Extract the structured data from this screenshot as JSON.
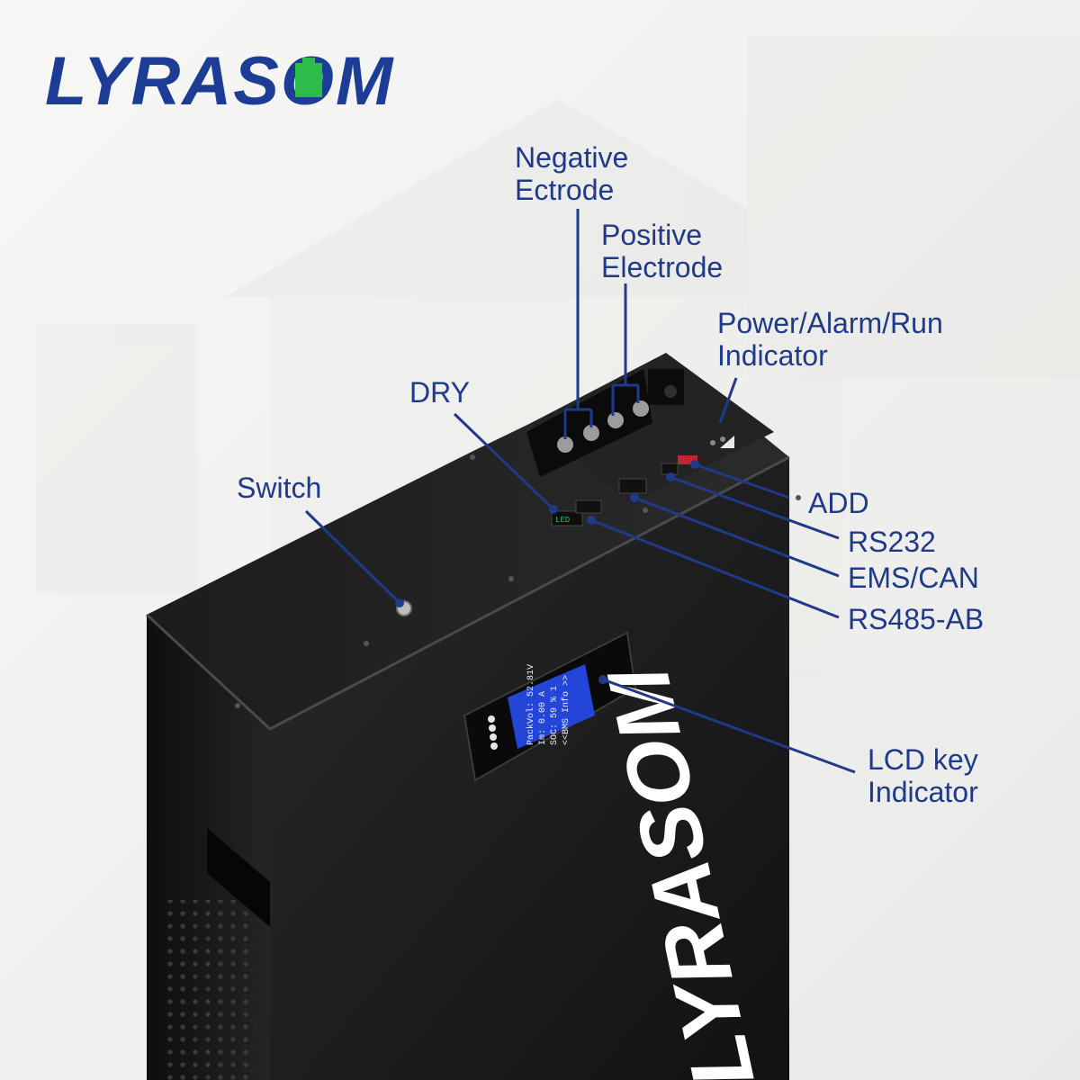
{
  "brand": {
    "logo_text": "LYRASOM",
    "battery_logo_text": "LYRASOM",
    "colors": {
      "brand_blue": "#1d3c96",
      "battery_green": "#2dbb4a"
    }
  },
  "callouts": {
    "negative_electrode": {
      "line1": "Negative",
      "line2": "Ectrode"
    },
    "positive_electrode": {
      "line1": "Positive",
      "line2": "Electrode"
    },
    "power_indicator": {
      "line1": "Power/Alarm/Run",
      "line2": "Indicator"
    },
    "dry": "DRY",
    "switch": "Switch",
    "add": "ADD",
    "rs232": "RS232",
    "ems_can": "EMS/CAN",
    "rs485": "RS485-AB",
    "lcd": {
      "line1": "LCD key",
      "line2": "Indicator"
    }
  },
  "lcd_screen": {
    "line1": "PackVol: 52.81V",
    "line2": "Im: 0.00 A",
    "line3": "SOC: 59 % 1",
    "line4": "<<BMS Info >>"
  },
  "port_text": "LED",
  "callout_color": "#1f3a8a"
}
